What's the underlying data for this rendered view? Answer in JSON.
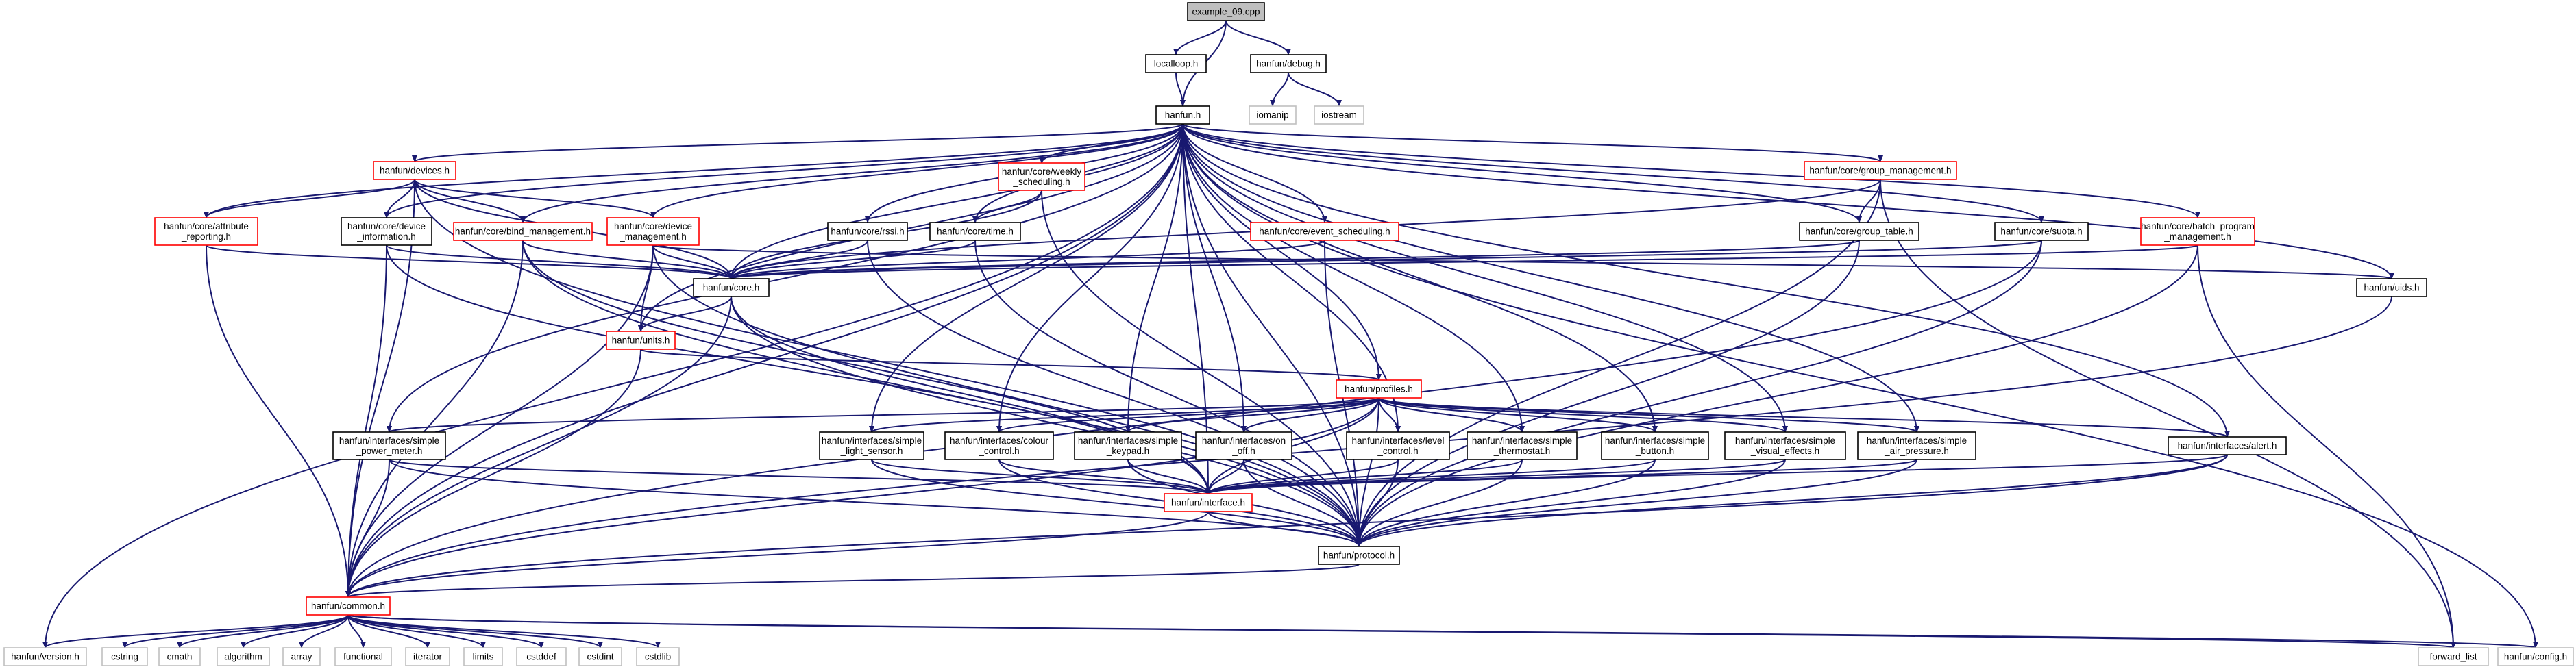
{
  "nodes": [
    {
      "id": "example",
      "lines": [
        "example_09.cpp"
      ],
      "style": "root"
    },
    {
      "id": "localloop",
      "lines": [
        "localloop.h"
      ],
      "style": "black"
    },
    {
      "id": "debug",
      "lines": [
        "hanfun/debug.h"
      ],
      "style": "black"
    },
    {
      "id": "iomanip",
      "lines": [
        "iomanip"
      ],
      "style": "gray"
    },
    {
      "id": "iostream",
      "lines": [
        "iostream"
      ],
      "style": "gray"
    },
    {
      "id": "hanfun",
      "lines": [
        "hanfun.h"
      ],
      "style": "black"
    },
    {
      "id": "devices",
      "lines": [
        "hanfun/devices.h"
      ],
      "style": "red"
    },
    {
      "id": "weekly",
      "lines": [
        "hanfun/core/weekly",
        "_scheduling.h"
      ],
      "style": "red"
    },
    {
      "id": "group_mgmt",
      "lines": [
        "hanfun/core/group_management.h"
      ],
      "style": "red"
    },
    {
      "id": "attr_rep",
      "lines": [
        "hanfun/core/attribute",
        "_reporting.h"
      ],
      "style": "red"
    },
    {
      "id": "dev_info",
      "lines": [
        "hanfun/core/device",
        "_information.h"
      ],
      "style": "black"
    },
    {
      "id": "bind",
      "lines": [
        "hanfun/core/bind_management.h"
      ],
      "style": "red"
    },
    {
      "id": "dev_mgmt",
      "lines": [
        "hanfun/core/device",
        "_management.h"
      ],
      "style": "red"
    },
    {
      "id": "rssi",
      "lines": [
        "hanfun/core/rssi.h"
      ],
      "style": "black"
    },
    {
      "id": "time",
      "lines": [
        "hanfun/core/time.h"
      ],
      "style": "black"
    },
    {
      "id": "event_sched",
      "lines": [
        "hanfun/core/event_scheduling.h"
      ],
      "style": "red"
    },
    {
      "id": "group_table",
      "lines": [
        "hanfun/core/group_table.h"
      ],
      "style": "black"
    },
    {
      "id": "suota",
      "lines": [
        "hanfun/core/suota.h"
      ],
      "style": "black"
    },
    {
      "id": "batch",
      "lines": [
        "hanfun/core/batch_program",
        "_management.h"
      ],
      "style": "red"
    },
    {
      "id": "core",
      "lines": [
        "hanfun/core.h"
      ],
      "style": "black"
    },
    {
      "id": "uids",
      "lines": [
        "hanfun/uids.h"
      ],
      "style": "black"
    },
    {
      "id": "units",
      "lines": [
        "hanfun/units.h"
      ],
      "style": "red"
    },
    {
      "id": "profiles",
      "lines": [
        "hanfun/profiles.h"
      ],
      "style": "red"
    },
    {
      "id": "power",
      "lines": [
        "hanfun/interfaces/simple",
        "_power_meter.h"
      ],
      "style": "black"
    },
    {
      "id": "light",
      "lines": [
        "hanfun/interfaces/simple",
        "_light_sensor.h"
      ],
      "style": "black"
    },
    {
      "id": "colour",
      "lines": [
        "hanfun/interfaces/colour",
        "_control.h"
      ],
      "style": "black"
    },
    {
      "id": "keypad",
      "lines": [
        "hanfun/interfaces/simple",
        "_keypad.h"
      ],
      "style": "black"
    },
    {
      "id": "onoff",
      "lines": [
        "hanfun/interfaces/on",
        "_off.h"
      ],
      "style": "black"
    },
    {
      "id": "level",
      "lines": [
        "hanfun/interfaces/level",
        "_control.h"
      ],
      "style": "black"
    },
    {
      "id": "thermo",
      "lines": [
        "hanfun/interfaces/simple",
        "_thermostat.h"
      ],
      "style": "black"
    },
    {
      "id": "button",
      "lines": [
        "hanfun/interfaces/simple",
        "_button.h"
      ],
      "style": "black"
    },
    {
      "id": "visual",
      "lines": [
        "hanfun/interfaces/simple",
        "_visual_effects.h"
      ],
      "style": "black"
    },
    {
      "id": "air",
      "lines": [
        "hanfun/interfaces/simple",
        "_air_pressure.h"
      ],
      "style": "black"
    },
    {
      "id": "alert",
      "lines": [
        "hanfun/interfaces/alert.h"
      ],
      "style": "black"
    },
    {
      "id": "interface",
      "lines": [
        "hanfun/interface.h"
      ],
      "style": "red"
    },
    {
      "id": "protocol",
      "lines": [
        "hanfun/protocol.h"
      ],
      "style": "black"
    },
    {
      "id": "common",
      "lines": [
        "hanfun/common.h"
      ],
      "style": "red"
    },
    {
      "id": "version",
      "lines": [
        "hanfun/version.h"
      ],
      "style": "gray"
    },
    {
      "id": "cstring",
      "lines": [
        "cstring"
      ],
      "style": "gray"
    },
    {
      "id": "cmath",
      "lines": [
        "cmath"
      ],
      "style": "gray"
    },
    {
      "id": "algorithm",
      "lines": [
        "algorithm"
      ],
      "style": "gray"
    },
    {
      "id": "array",
      "lines": [
        "array"
      ],
      "style": "gray"
    },
    {
      "id": "functional",
      "lines": [
        "functional"
      ],
      "style": "gray"
    },
    {
      "id": "iterator",
      "lines": [
        "iterator"
      ],
      "style": "gray"
    },
    {
      "id": "limits",
      "lines": [
        "limits"
      ],
      "style": "gray"
    },
    {
      "id": "cstddef",
      "lines": [
        "cstddef"
      ],
      "style": "gray"
    },
    {
      "id": "cstdint",
      "lines": [
        "cstdint"
      ],
      "style": "gray"
    },
    {
      "id": "cstdlib",
      "lines": [
        "cstdlib"
      ],
      "style": "gray"
    },
    {
      "id": "forward_list",
      "lines": [
        "forward_list"
      ],
      "style": "gray"
    },
    {
      "id": "config",
      "lines": [
        "hanfun/config.h"
      ],
      "style": "gray"
    }
  ],
  "edges": [
    [
      "example",
      "localloop"
    ],
    [
      "example",
      "debug"
    ],
    [
      "example",
      "hanfun"
    ],
    [
      "localloop",
      "hanfun"
    ],
    [
      "debug",
      "iomanip"
    ],
    [
      "debug",
      "iostream"
    ],
    [
      "hanfun",
      "devices"
    ],
    [
      "hanfun",
      "weekly"
    ],
    [
      "hanfun",
      "group_mgmt"
    ],
    [
      "hanfun",
      "attr_rep"
    ],
    [
      "hanfun",
      "dev_info"
    ],
    [
      "hanfun",
      "bind"
    ],
    [
      "hanfun",
      "dev_mgmt"
    ],
    [
      "hanfun",
      "rssi"
    ],
    [
      "hanfun",
      "time"
    ],
    [
      "hanfun",
      "event_sched"
    ],
    [
      "hanfun",
      "group_table"
    ],
    [
      "hanfun",
      "suota"
    ],
    [
      "hanfun",
      "batch"
    ],
    [
      "hanfun",
      "core"
    ],
    [
      "hanfun",
      "uids"
    ],
    [
      "hanfun",
      "units"
    ],
    [
      "hanfun",
      "profiles"
    ],
    [
      "hanfun",
      "power"
    ],
    [
      "hanfun",
      "light"
    ],
    [
      "hanfun",
      "colour"
    ],
    [
      "hanfun",
      "keypad"
    ],
    [
      "hanfun",
      "onoff"
    ],
    [
      "hanfun",
      "level"
    ],
    [
      "hanfun",
      "thermo"
    ],
    [
      "hanfun",
      "button"
    ],
    [
      "hanfun",
      "visual"
    ],
    [
      "hanfun",
      "air"
    ],
    [
      "hanfun",
      "alert"
    ],
    [
      "hanfun",
      "interface"
    ],
    [
      "hanfun",
      "protocol"
    ],
    [
      "hanfun",
      "common"
    ],
    [
      "hanfun",
      "version"
    ],
    [
      "hanfun",
      "config"
    ],
    [
      "devices",
      "attr_rep"
    ],
    [
      "devices",
      "dev_info"
    ],
    [
      "devices",
      "bind"
    ],
    [
      "devices",
      "dev_mgmt"
    ],
    [
      "devices",
      "core"
    ],
    [
      "devices",
      "protocol"
    ],
    [
      "devices",
      "common"
    ],
    [
      "weekly",
      "core"
    ],
    [
      "weekly",
      "time"
    ],
    [
      "weekly",
      "protocol"
    ],
    [
      "group_mgmt",
      "core"
    ],
    [
      "group_mgmt",
      "group_table"
    ],
    [
      "group_mgmt",
      "protocol"
    ],
    [
      "group_mgmt",
      "forward_list"
    ],
    [
      "attr_rep",
      "core"
    ],
    [
      "attr_rep",
      "common"
    ],
    [
      "dev_info",
      "core"
    ],
    [
      "dev_info",
      "interface"
    ],
    [
      "dev_info",
      "common"
    ],
    [
      "bind",
      "core"
    ],
    [
      "bind",
      "protocol"
    ],
    [
      "bind",
      "interface"
    ],
    [
      "bind",
      "common"
    ],
    [
      "dev_mgmt",
      "core"
    ],
    [
      "dev_mgmt",
      "units"
    ],
    [
      "dev_mgmt",
      "uids"
    ],
    [
      "dev_mgmt",
      "protocol"
    ],
    [
      "dev_mgmt",
      "common"
    ],
    [
      "rssi",
      "core"
    ],
    [
      "rssi",
      "protocol"
    ],
    [
      "time",
      "core"
    ],
    [
      "time",
      "protocol"
    ],
    [
      "event_sched",
      "core"
    ],
    [
      "event_sched",
      "protocol"
    ],
    [
      "group_table",
      "core"
    ],
    [
      "group_table",
      "protocol"
    ],
    [
      "suota",
      "core"
    ],
    [
      "suota",
      "protocol"
    ],
    [
      "suota",
      "common"
    ],
    [
      "batch",
      "core"
    ],
    [
      "batch",
      "protocol"
    ],
    [
      "batch",
      "forward_list"
    ],
    [
      "core",
      "units"
    ],
    [
      "core",
      "interface"
    ],
    [
      "core",
      "protocol"
    ],
    [
      "core",
      "common"
    ],
    [
      "uids",
      "common"
    ],
    [
      "units",
      "profiles"
    ],
    [
      "units",
      "common"
    ],
    [
      "profiles",
      "power"
    ],
    [
      "profiles",
      "light"
    ],
    [
      "profiles",
      "colour"
    ],
    [
      "profiles",
      "keypad"
    ],
    [
      "profiles",
      "onoff"
    ],
    [
      "profiles",
      "level"
    ],
    [
      "profiles",
      "thermo"
    ],
    [
      "profiles",
      "button"
    ],
    [
      "profiles",
      "visual"
    ],
    [
      "profiles",
      "air"
    ],
    [
      "profiles",
      "alert"
    ],
    [
      "profiles",
      "interface"
    ],
    [
      "profiles",
      "protocol"
    ],
    [
      "profiles",
      "common"
    ],
    [
      "power",
      "interface"
    ],
    [
      "power",
      "protocol"
    ],
    [
      "power",
      "common"
    ],
    [
      "light",
      "interface"
    ],
    [
      "light",
      "protocol"
    ],
    [
      "colour",
      "interface"
    ],
    [
      "colour",
      "protocol"
    ],
    [
      "keypad",
      "interface"
    ],
    [
      "keypad",
      "protocol"
    ],
    [
      "onoff",
      "interface"
    ],
    [
      "onoff",
      "protocol"
    ],
    [
      "level",
      "interface"
    ],
    [
      "level",
      "protocol"
    ],
    [
      "thermo",
      "interface"
    ],
    [
      "thermo",
      "protocol"
    ],
    [
      "button",
      "interface"
    ],
    [
      "button",
      "protocol"
    ],
    [
      "visual",
      "interface"
    ],
    [
      "visual",
      "protocol"
    ],
    [
      "air",
      "interface"
    ],
    [
      "air",
      "protocol"
    ],
    [
      "alert",
      "interface"
    ],
    [
      "alert",
      "protocol"
    ],
    [
      "alert",
      "common"
    ],
    [
      "interface",
      "protocol"
    ],
    [
      "interface",
      "common"
    ],
    [
      "protocol",
      "common"
    ],
    [
      "common",
      "version"
    ],
    [
      "common",
      "cstring"
    ],
    [
      "common",
      "cmath"
    ],
    [
      "common",
      "algorithm"
    ],
    [
      "common",
      "array"
    ],
    [
      "common",
      "functional"
    ],
    [
      "common",
      "iterator"
    ],
    [
      "common",
      "limits"
    ],
    [
      "common",
      "cstddef"
    ],
    [
      "common",
      "cstdint"
    ],
    [
      "common",
      "cstdlib"
    ],
    [
      "common",
      "forward_list"
    ],
    [
      "common",
      "config"
    ]
  ]
}
